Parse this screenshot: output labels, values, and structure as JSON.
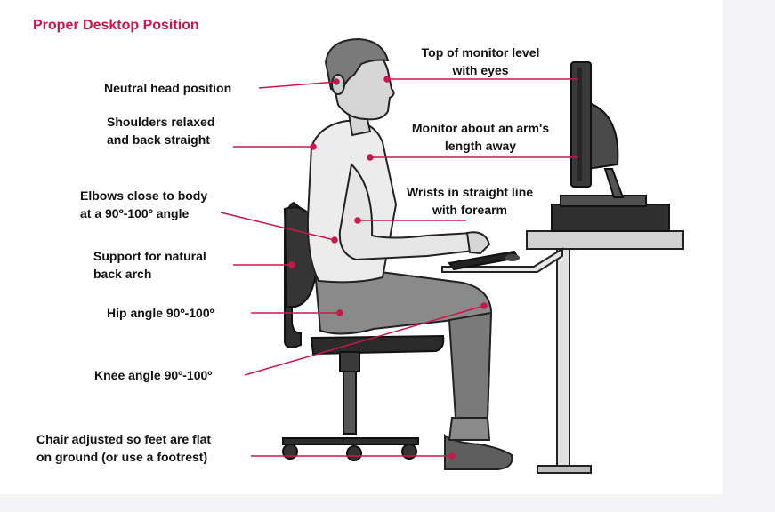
{
  "title": "Proper Desktop Position",
  "labels": {
    "neutral_head": "Neutral head position",
    "shoulders": "Shoulders relaxed\nand back straight",
    "elbows": "Elbows close to body\nat a 90º-100º angle",
    "support": "Support for natural\nback arch",
    "hip": "Hip angle 90º-100º",
    "knee": "Knee angle 90º-100º",
    "chair": "Chair adjusted so feet are flat\non ground (or use a footrest)",
    "monitor_level": "Top of monitor level\nwith eyes",
    "monitor_distance": "Monitor about an arm's\nlength away",
    "wrists": "Wrists in straight line\nwith forearm"
  },
  "colors": {
    "accent": "#c8184a",
    "shirt": "#ececec",
    "pants": "#8a8a8a",
    "hair": "#7a7a7a",
    "skin": "#d6d6d6",
    "chair": "#2e2e2e",
    "monitor": "#3a3a3a",
    "desk": "#d2d2d2"
  }
}
